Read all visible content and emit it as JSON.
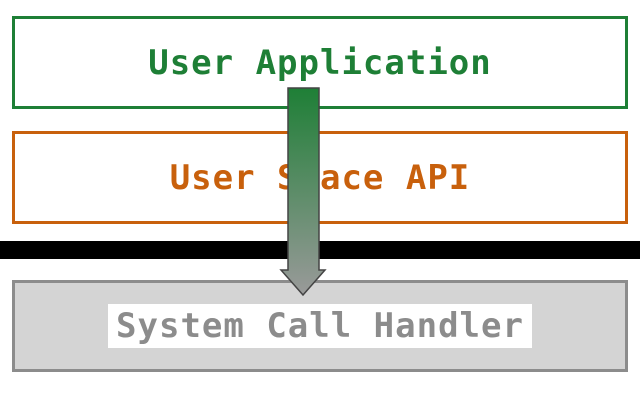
{
  "layers": {
    "user_application": {
      "label": "User Application",
      "color": "#1e7f36"
    },
    "user_space_api": {
      "label": "User Space API",
      "color": "#c8600c"
    },
    "system_call_handler": {
      "label": "System Call Handler",
      "color": "#8c8c8c",
      "fill": "#d4d4d4"
    }
  },
  "boundary": {
    "color": "#000000"
  },
  "arrow": {
    "gradient_top": "#1e7f36",
    "gradient_bottom": "#9a9a9a"
  }
}
